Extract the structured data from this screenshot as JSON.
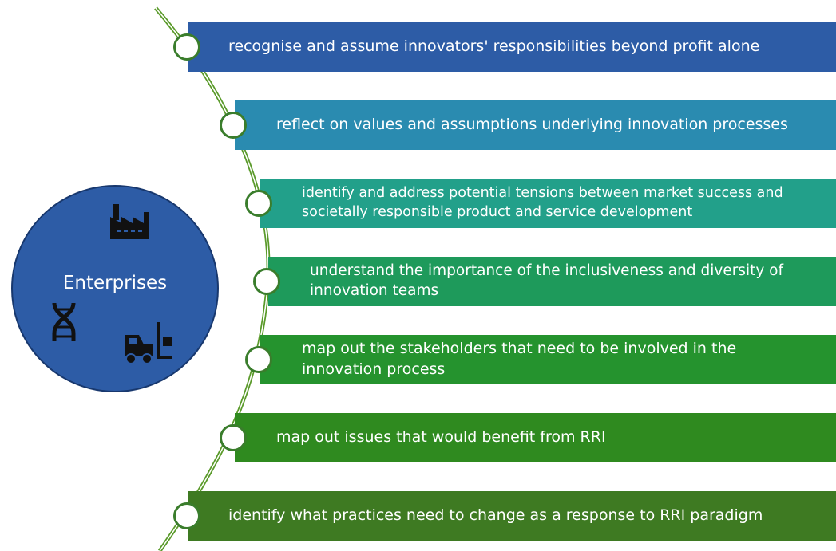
{
  "hub": {
    "label": "Enterprises",
    "color": "#2d5ca6",
    "icons": [
      "factory-icon",
      "dna-icon",
      "forklift-icon"
    ]
  },
  "items": [
    {
      "text": "recognise and assume innovators' responsibilities beyond profit alone",
      "color": "#2d5ca6"
    },
    {
      "text": "reflect on values and assumptions underlying innovation processes",
      "color": "#2a8bb0"
    },
    {
      "text": "identify and address potential tensions between market success and societally responsible product and service development",
      "color": "#22a08a"
    },
    {
      "text": "understand the importance of the inclusiveness and diversity of  innovation teams",
      "color": "#1e9a5b"
    },
    {
      "text": "map out the stakeholders that need to be involved in the innovation process",
      "color": "#25932e"
    },
    {
      "text": "map out issues that would benefit from RRI",
      "color": "#2f8a1f"
    },
    {
      "text": "identify what practices need to change as a response to RRI paradigm",
      "color": "#3e7a22"
    }
  ]
}
